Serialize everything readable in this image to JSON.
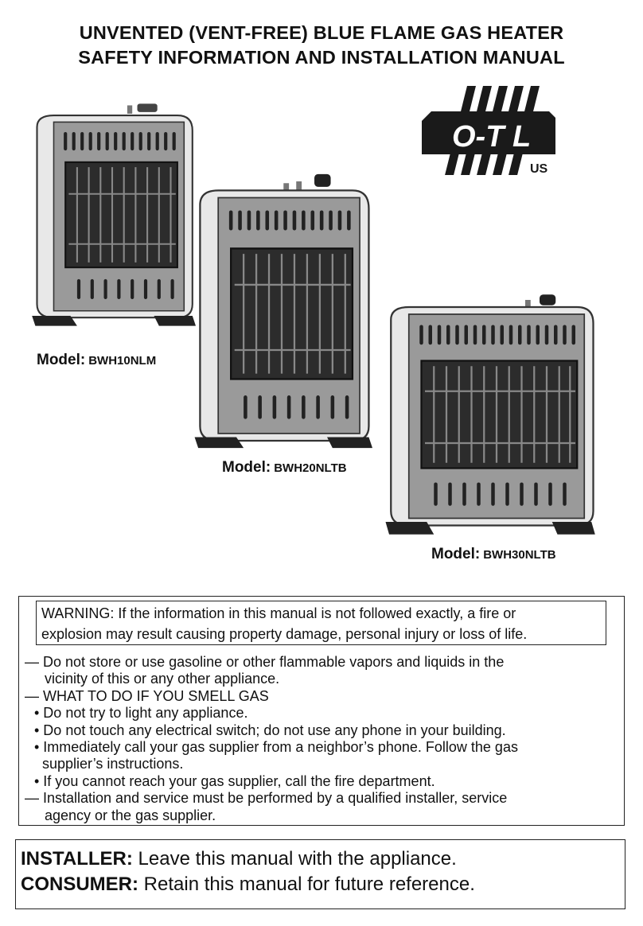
{
  "title": {
    "line1": "UNVENTED (VENT-FREE) BLUE FLAME GAS HEATER",
    "line2": "SAFETY INFORMATION AND INSTALLATION MANUAL"
  },
  "logo": {
    "text": "O-T L",
    "sub": "US"
  },
  "models": [
    {
      "label": "Model:",
      "value": "BWH10NLM"
    },
    {
      "label": "Model:",
      "value": "BWH20NLTB"
    },
    {
      "label": "Model:",
      "value": "BWH30NLTB"
    }
  ],
  "warning": {
    "line1": "WARNING: If the information in this manual is not followed exactly, a fire or",
    "line2": "explosion may result causing property damage, personal injury or loss of life."
  },
  "instructions": [
    "— Do not store or use gasoline or other flammable vapors and liquids in the",
    "vicinity of this or any other appliance.",
    "— WHAT TO DO IF YOU SMELL GAS",
    "• Do not try to light any appliance.",
    "• Do not touch any electrical switch; do not use any phone in your building.",
    "• Immediately call your gas supplier from a neighbor’s phone. Follow the gas",
    "supplier’s instructions.",
    "• If you cannot reach your gas supplier, call the fire department.",
    "— Installation and service must be performed by a qualified installer, service",
    "agency or the gas supplier."
  ],
  "footer": {
    "installer_label": "INSTALLER:",
    "installer_text": " Leave this manual with the appliance.",
    "consumer_label": "CONSUMER:",
    "consumer_text": " Retain this manual for future reference."
  }
}
